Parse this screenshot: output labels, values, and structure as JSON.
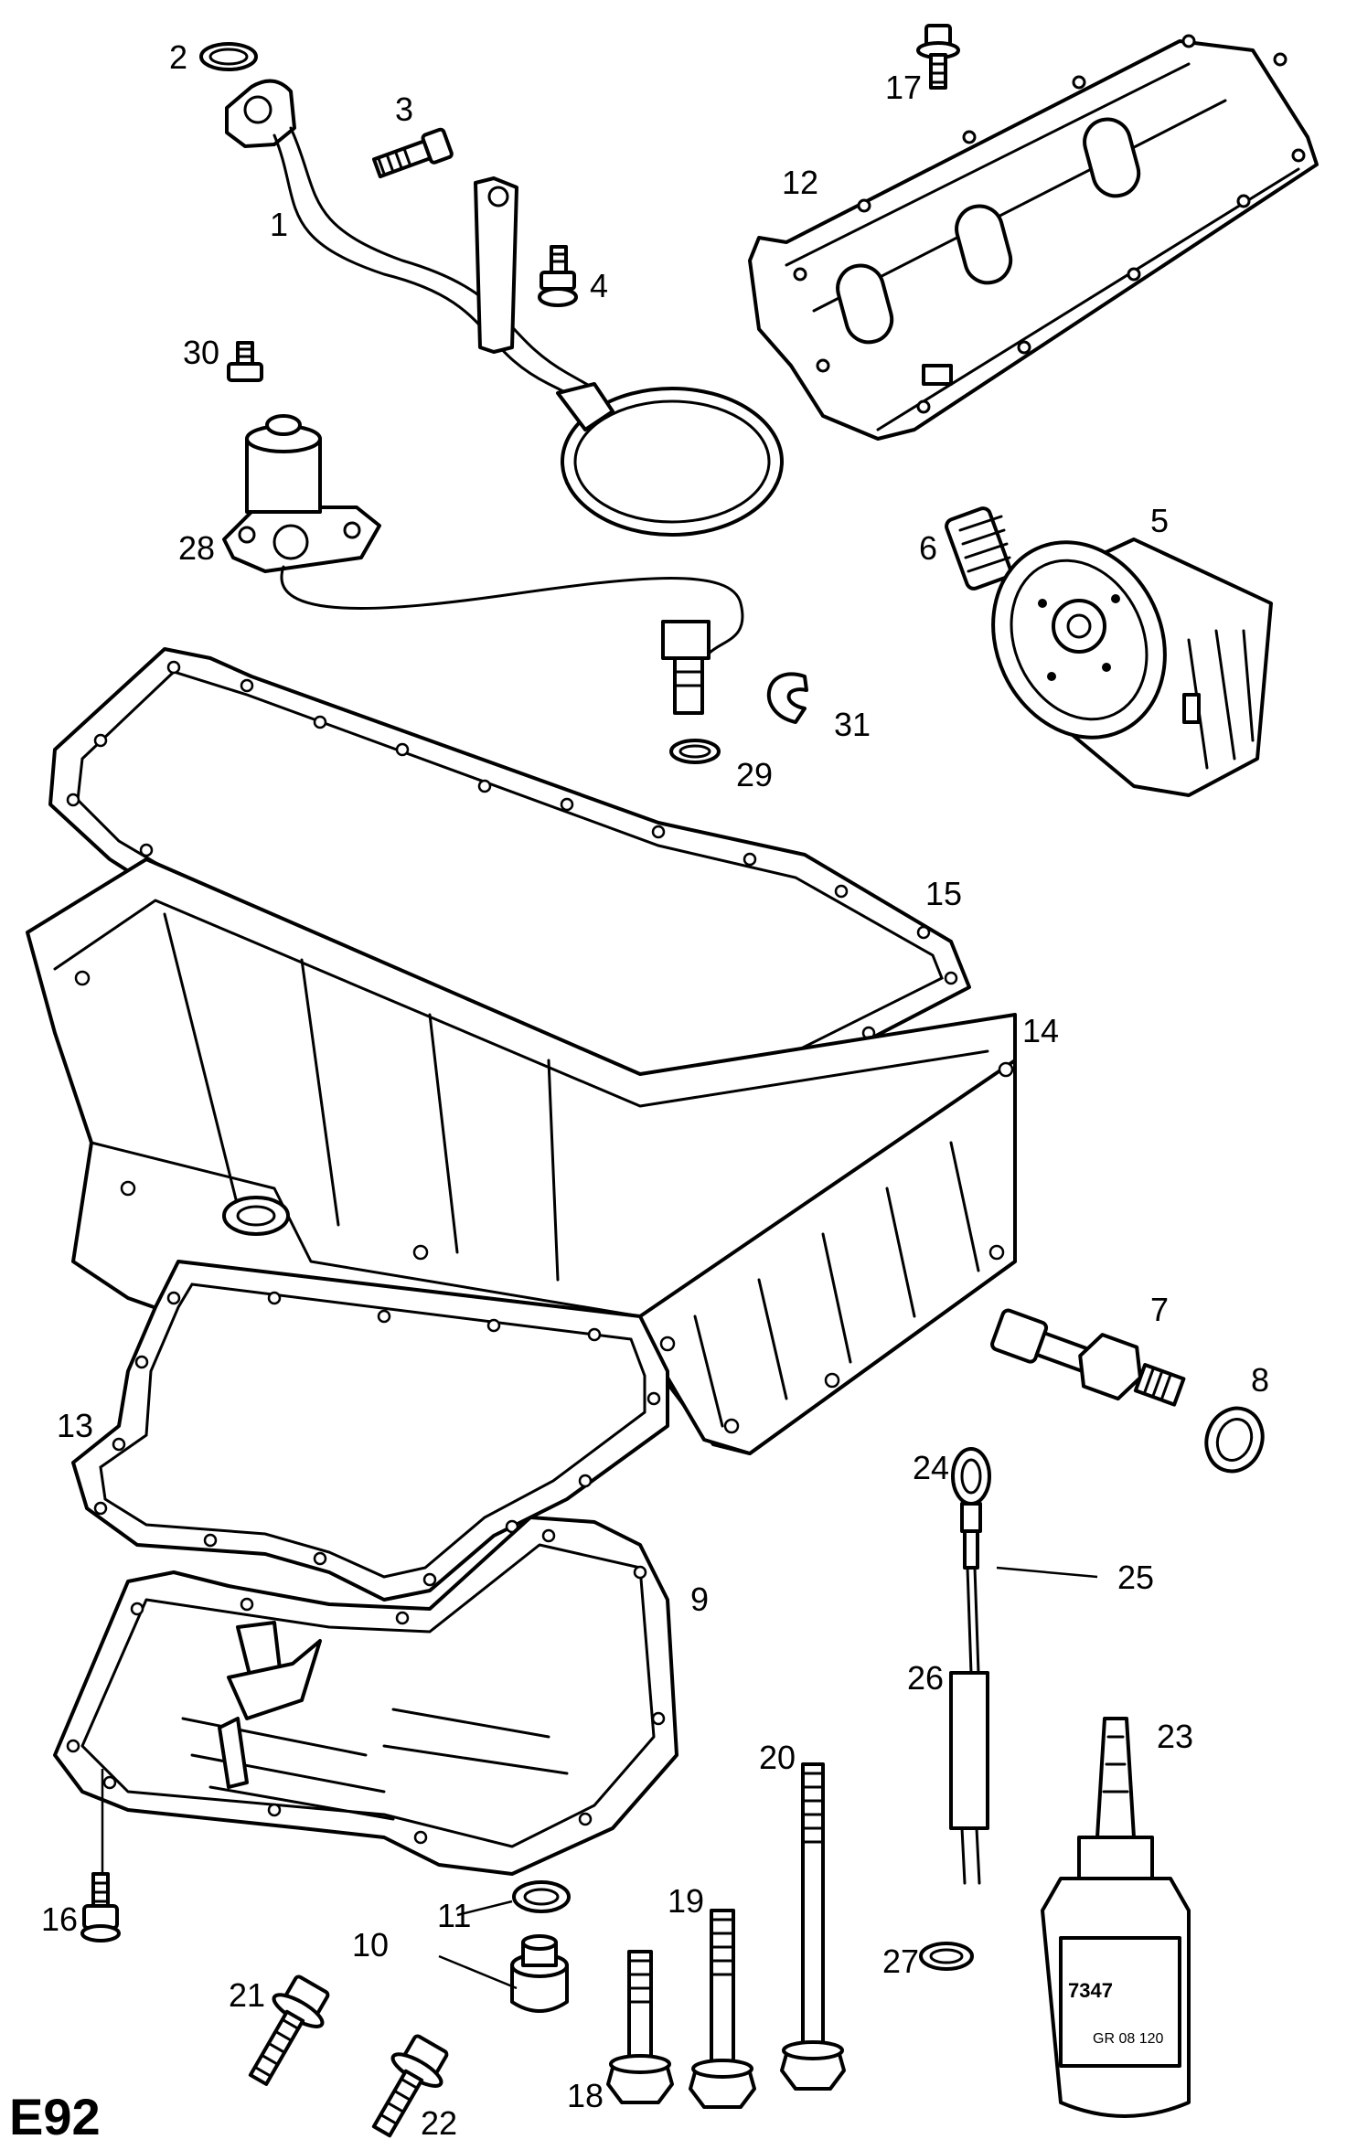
{
  "diagram_code": "E92",
  "callouts": {
    "c1": "1",
    "c2": "2",
    "c3": "3",
    "c4": "4",
    "c5": "5",
    "c6": "6",
    "c7": "7",
    "c8": "8",
    "c9": "9",
    "c10": "10",
    "c11": "11",
    "c12": "12",
    "c13": "13",
    "c14": "14",
    "c15": "15",
    "c16": "16",
    "c17": "17",
    "c18": "18",
    "c19": "19",
    "c20": "20",
    "c21": "21",
    "c22": "22",
    "c23": "23",
    "c24": "24",
    "c25": "25",
    "c26": "26",
    "c27": "27",
    "c28": "28",
    "c29": "29",
    "c30": "30",
    "c31": "31"
  },
  "bottle_label": {
    "number": "7347",
    "sub": "GR 08 120"
  }
}
